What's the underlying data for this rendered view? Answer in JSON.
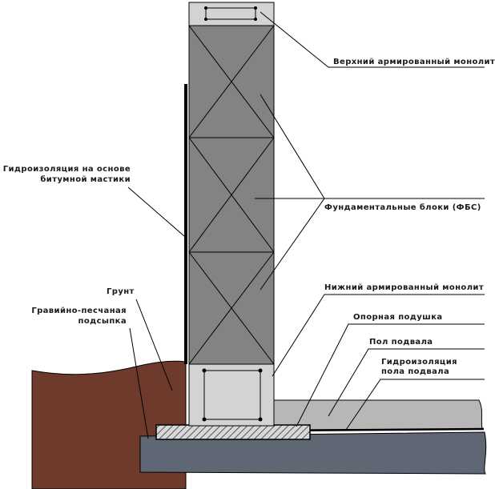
{
  "labels": {
    "top_monolith": "Верхний армированный монолит",
    "waterproofing_bitumen_line1": "Гидроизоляция на основе",
    "waterproofing_bitumen_line2": "битумной мастики",
    "blocks": "Фундаментальные блоки (ФБС)",
    "bottom_monolith": "Нижний армированный монолит",
    "soil": "Грунт",
    "gravel_line1": "Гравийно-песчаная",
    "gravel_line2": "подсыпка",
    "support_pad": "Опорная подушка",
    "basement_floor": "Пол подвала",
    "floor_waterproofing_line1": "Гидроизоляция",
    "floor_waterproofing_line2": "пола подвала"
  },
  "colors": {
    "soil": "#6e3a2c",
    "gravel": "#5f6674",
    "blocks": "#838383",
    "concrete": "#d3d3d3",
    "floor": "#b7b7b7",
    "membrane": "#000000",
    "hatch": "#555555"
  }
}
